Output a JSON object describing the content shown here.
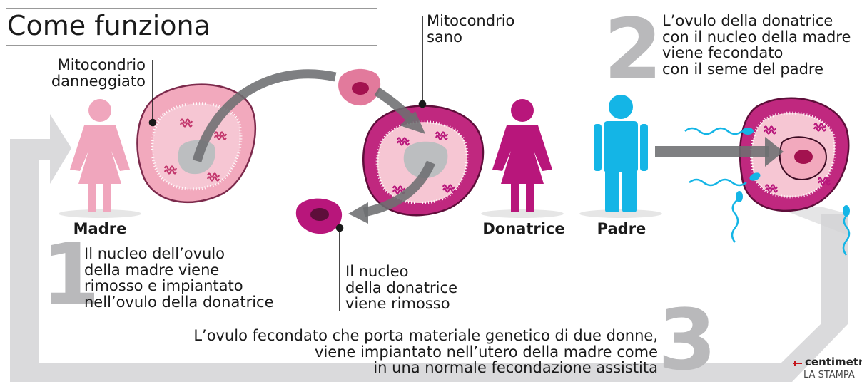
{
  "title": "Come funziona",
  "labels": {
    "damaged_mito": "Mitocondrio\ndanneggiato",
    "healthy_mito": "Mitocondrio\nsano",
    "nucleus_removed": "Il nucleo\ndella donatrice\nviene rimosso"
  },
  "figures": {
    "mother": "Madre",
    "donor": "Donatrice",
    "father": "Padre"
  },
  "steps": [
    {
      "number": "1",
      "text": "Il nucleo dell’ovulo\ndella madre viene\nrimosso e impiantato\nnell’ovulo della donatrice"
    },
    {
      "number": "2",
      "text": "L’ovulo della donatrice\ncon il nucleo della madre\nviene fecondato\ncon il seme del padre"
    },
    {
      "number": "3",
      "text": "L’ovulo fecondato che porta materiale genetico di due donne,\nviene impiantato nell’utero della madre come\nin una normale fecondazione assistita"
    }
  ],
  "credits": {
    "brand": "centimetri",
    "publisher": "LA STAMPA"
  },
  "colors": {
    "mother_pink": "#f0a6bd",
    "donor_magenta": "#b8167b",
    "father_blue": "#14b5e6",
    "arrow_gray": "#6d6e71",
    "frame_gray": "#d4d4d6",
    "step_number_gray": "#b9b9bb"
  }
}
